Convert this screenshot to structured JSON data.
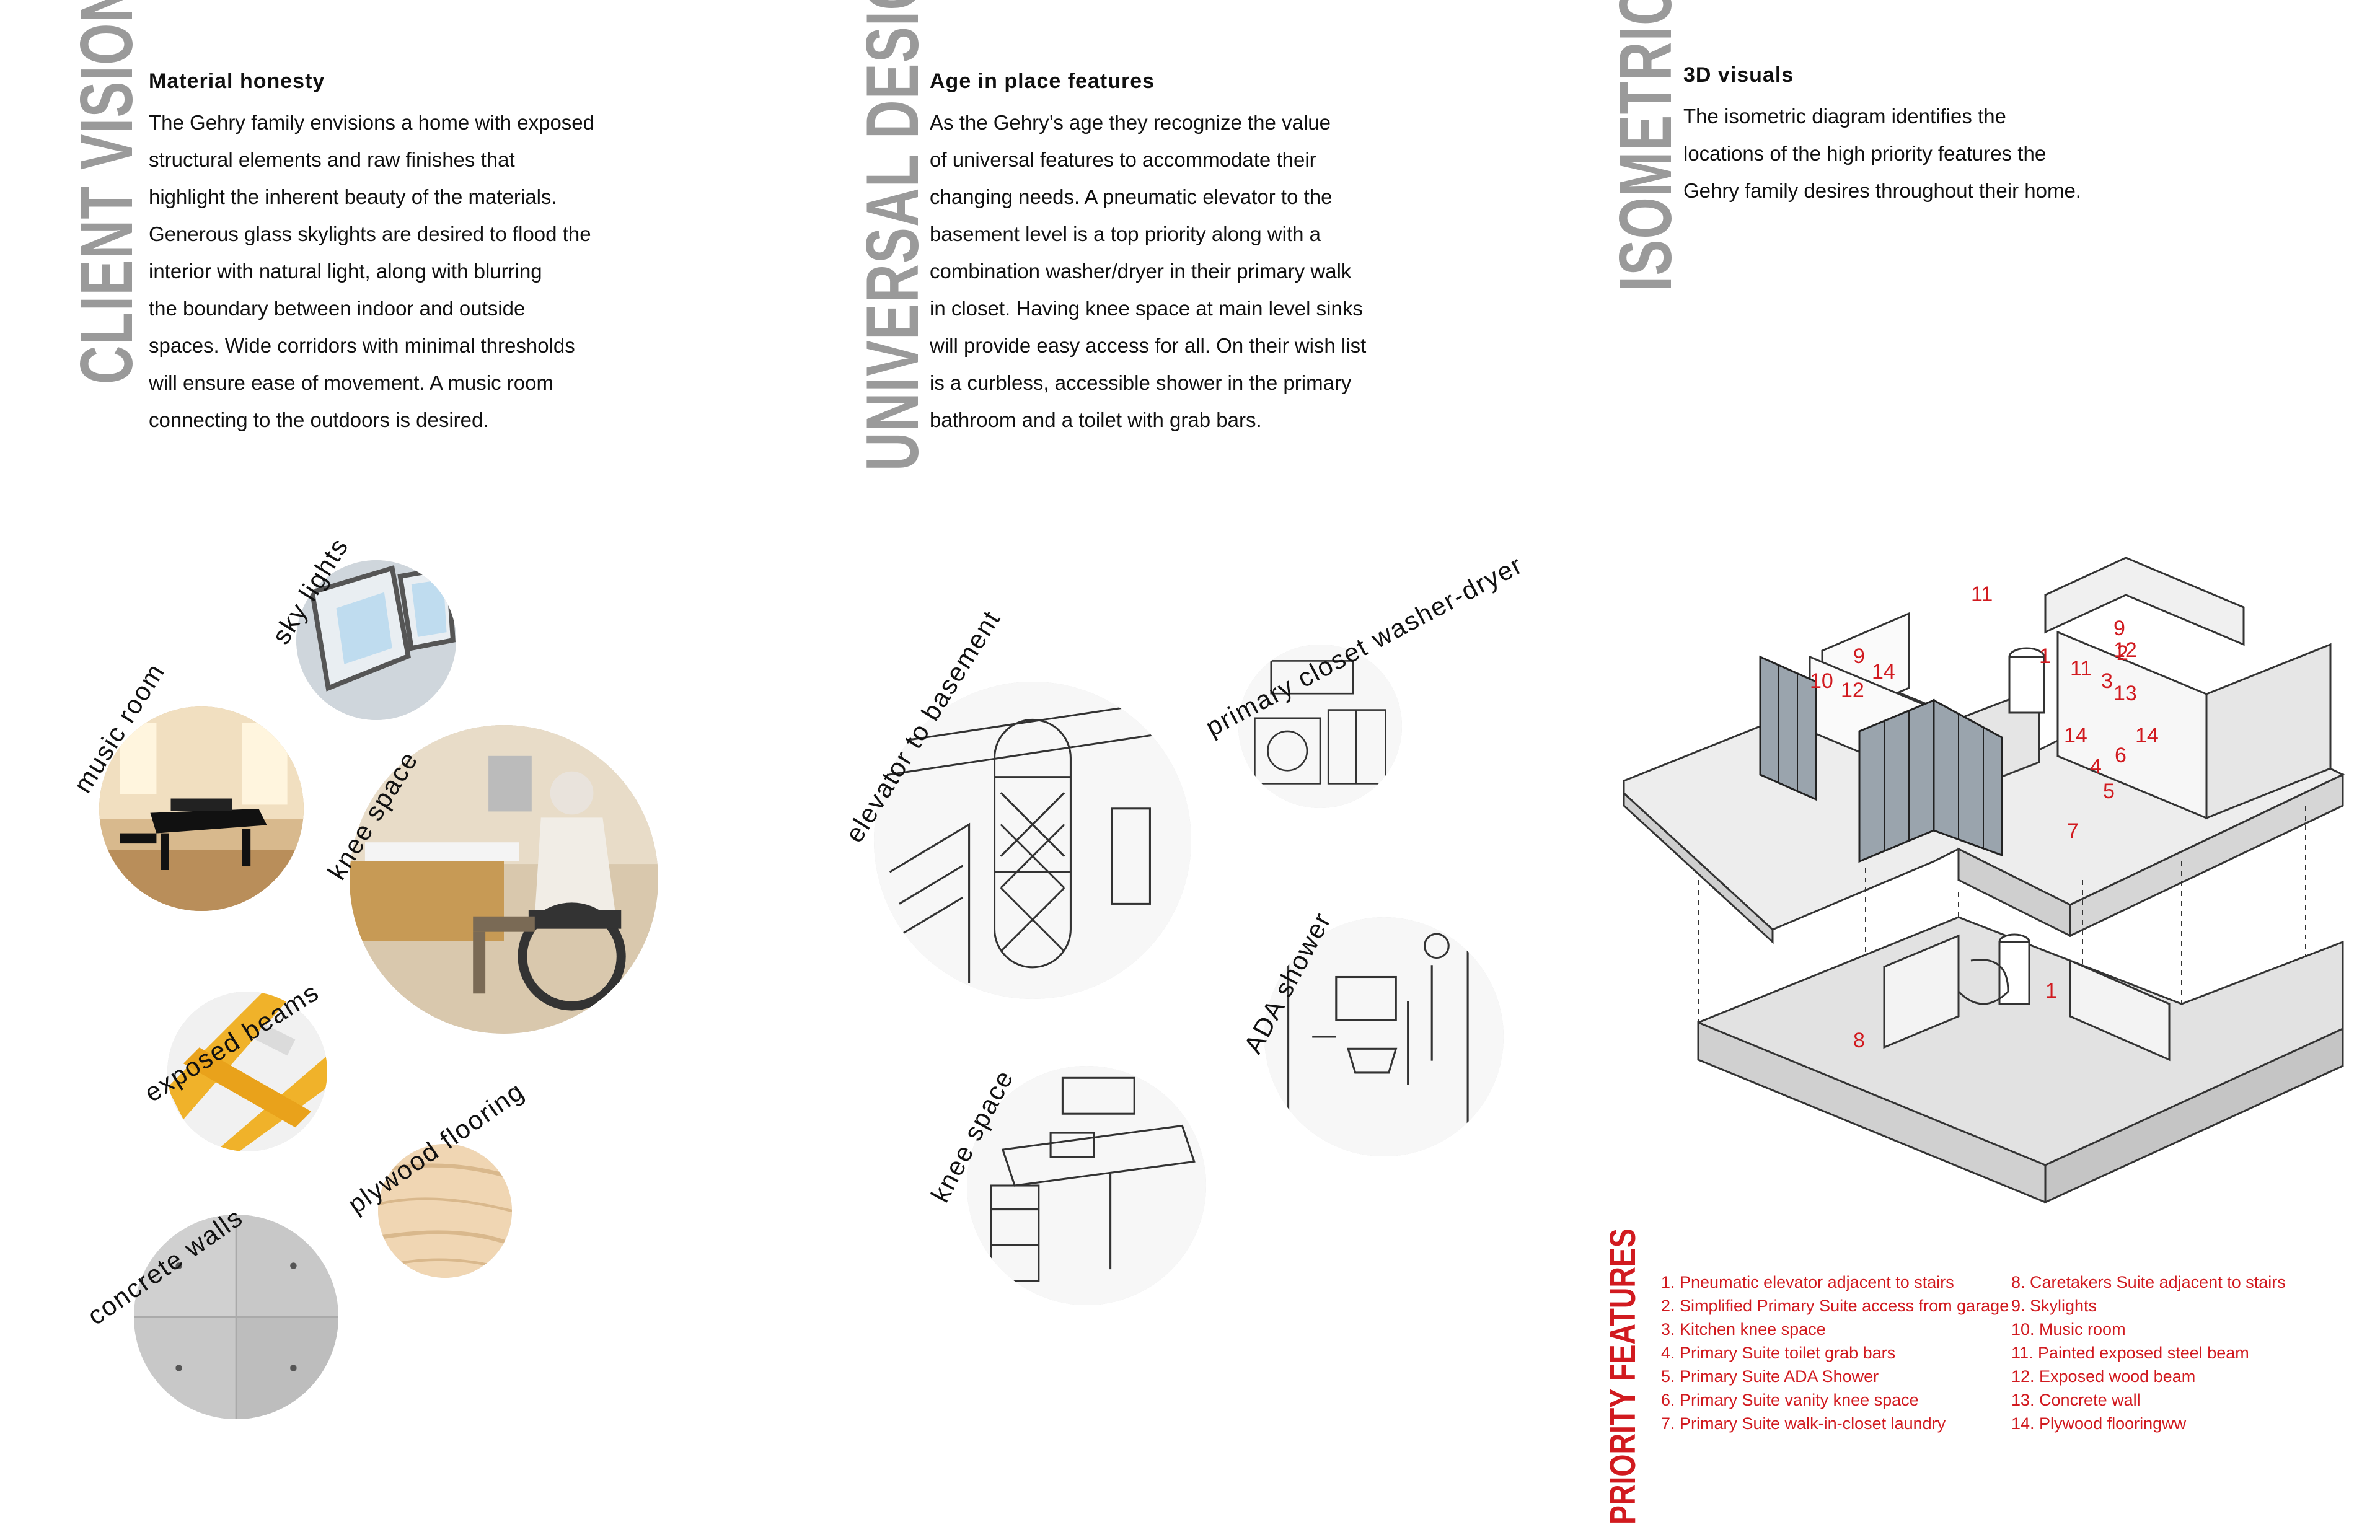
{
  "sections": {
    "client_vision": {
      "title": "CLIENT VISION",
      "heading": "Material honesty",
      "lines": [
        "The Gehry family envisions a home with exposed",
        "structural elements and raw finishes that",
        "highlight the inherent beauty of the materials.",
        "Generous glass skylights are desired to flood the",
        "interior with natural light, along with blurring",
        "the boundary between indoor and outside",
        "spaces.  Wide corridors with minimal thresholds",
        "will ensure ease of movement. A music room",
        "connecting to the outdoors is desired."
      ]
    },
    "universal_design": {
      "title": "UNIVERSAL DESIGN",
      "heading": "Age in place features",
      "lines": [
        "As the Gehry’s age they recognize the value",
        "of universal features to accommodate their",
        "changing needs. A pneumatic elevator to the",
        "basement level is a top priority along with a",
        "combination washer/dryer in their primary walk",
        "in closet. Having knee space at main level sinks",
        "will provide easy access for all. On their wish list",
        "is a curbless, accessible shower in the primary",
        "bathroom and a toilet with grab bars."
      ]
    },
    "isometric": {
      "title": "ISOMETRIC",
      "heading": "3D visuals",
      "lines": [
        "The isometric diagram identifies the",
        "locations of the high priority features the",
        "Gehry family desires throughout their home."
      ]
    }
  },
  "circle_labels": {
    "sky_lights": "sky lights",
    "music_room": "music room",
    "knee_space_photo": "knee space",
    "exposed_beams": "exposed beams",
    "plywood_flooring": "plywood flooring",
    "concrete_walls": "concrete walls",
    "elevator": "elevator to basement",
    "closet": "primary closet washer-dryer",
    "ada_shower": "ADA shower",
    "knee_space_sketch": "knee space"
  },
  "iso_numbers": {
    "n1": "1",
    "n2": "2",
    "n3": "3",
    "n4": "4",
    "n5": "5",
    "n6": "6",
    "n7": "7",
    "n8": "8",
    "n9": "9",
    "n10": "10",
    "n11": "11",
    "n12": "12",
    "n13": "13",
    "n14": "14"
  },
  "priority_features": {
    "title": "PRIORITY FEATURES",
    "col1": [
      "1. Pneumatic elevator adjacent to stairs",
      "2. Simplified Primary Suite access from garage",
      "3. Kitchen knee space",
      "4. Primary Suite toilet grab bars",
      "5. Primary Suite ADA Shower",
      "6. Primary Suite vanity knee space",
      "7. Primary Suite walk-in-closet laundry"
    ],
    "col2": [
      "8. Caretakers Suite adjacent to stairs",
      "9. Skylights",
      "10. Music room",
      "11. Painted exposed steel beam",
      "12. Exposed wood beam",
      "13. Concrete wall",
      "14. Plywood flooringww"
    ]
  },
  "colors": {
    "accent_red": "#d11a1f",
    "title_gray": "#9a9a9a"
  }
}
